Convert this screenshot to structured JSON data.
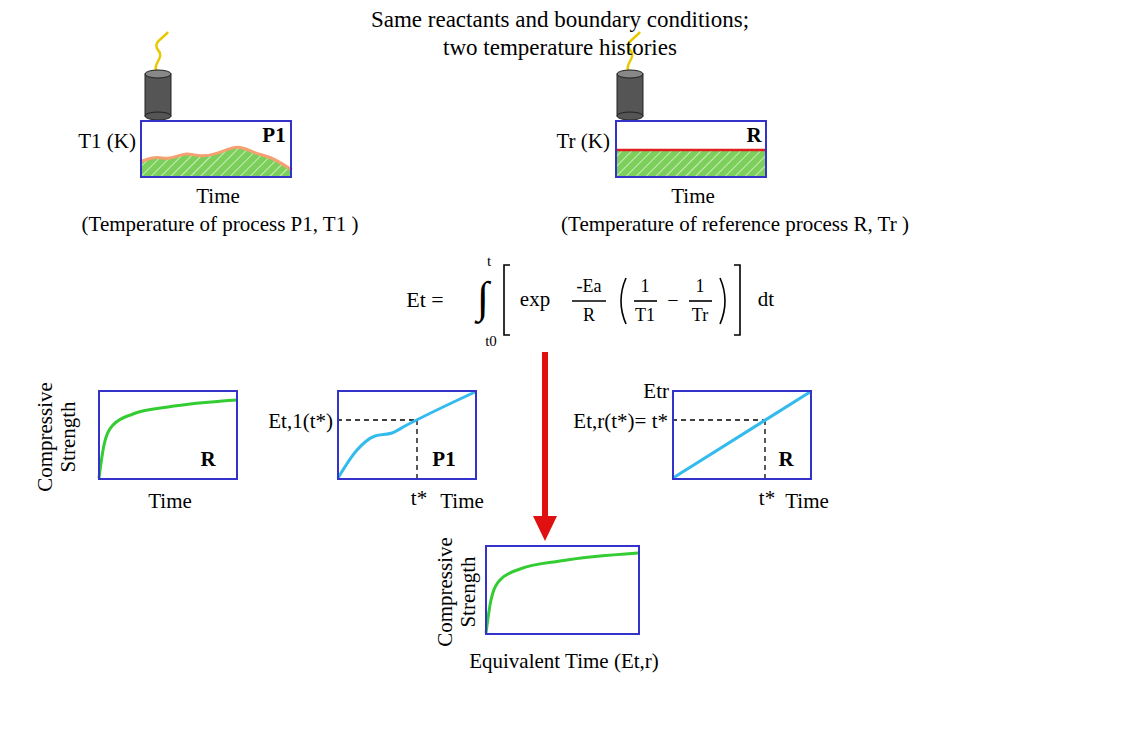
{
  "diagram": {
    "title": "Same reactants and boundary conditions; two temperature histories",
    "nodes": [
      {
        "text": [
          "T1 (K)",
          "P1",
          "Time"
        ]
      },
      {
        "text": [
          "Tr (K)",
          "R",
          "Time"
        ]
      },
      {
        "text": [
          "Compressive Strength",
          "R",
          "Time"
        ]
      },
      {
        "text": [
          "Et,1(t*)",
          "P1",
          "t*",
          "Time"
        ]
      },
      {
        "text": [
          "Etr",
          "Et,r(t*)= t*",
          "R",
          "t*",
          "Time"
        ]
      },
      {
        "text": [
          "Compressive Strength",
          "Equivalent Time (Et,r)"
        ]
      }
    ],
    "labels": [
      "(Temperature of process P1, T1 )",
      "(Temperature of reference process R, Tr )",
      "Et =",
      "∫",
      "t",
      "t0",
      "exp",
      "-Ea",
      "R",
      "1",
      "T1",
      "−",
      "1",
      "Tr",
      "dt"
    ]
  }
}
